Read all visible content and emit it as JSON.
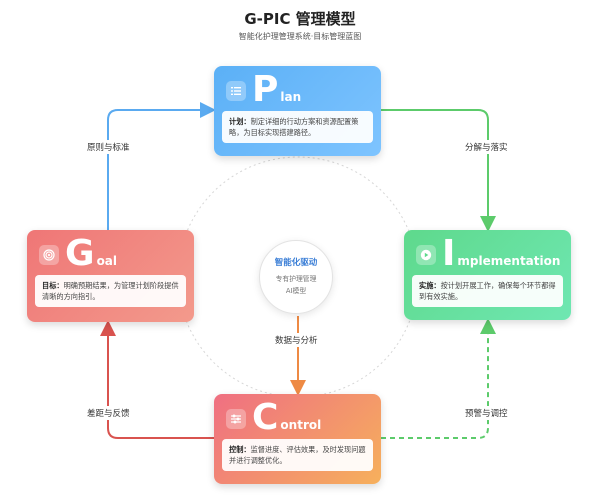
{
  "header": {
    "title": "G-PIC 管理模型",
    "subtitle": "智能化护理管理系统·目标管理蓝图"
  },
  "center": {
    "title": "智能化驱动",
    "line1": "专有护理管理",
    "line2": "AI模型"
  },
  "cards": {
    "plan": {
      "letter": "P",
      "rest": "lan",
      "icon": "list-icon",
      "term": "计划",
      "sep": "：",
      "text": "制定详细的行动方案和资源配置策略，为目标实现搭建路径。"
    },
    "goal": {
      "letter": "G",
      "rest": "oal",
      "icon": "target-icon",
      "term": "目标",
      "sep": "：",
      "text": "明确预期结果，为管理计划阶段提供清晰的方向指引。"
    },
    "implementation": {
      "letter": "I",
      "rest": "mplementation",
      "icon": "play-icon",
      "term": "实施",
      "sep": "：",
      "text": "按计划开展工作，确保每个环节都得到有效实施。"
    },
    "control": {
      "letter": "C",
      "rest": "ontrol",
      "icon": "sliders-icon",
      "term": "控制",
      "sep": "：",
      "text": "监督进度、评估效果，及时发现问题并进行调整优化。"
    }
  },
  "arrows": {
    "goal_to_plan": "原则与标准",
    "plan_to_impl": "分解与落实",
    "center_to_control": "数据与分析",
    "control_to_goal": "差距与反馈",
    "control_to_impl": "预警与调控"
  },
  "colors": {
    "blue": "#5aaaf0",
    "green": "#5ccb6b",
    "orange": "#ee8a44",
    "red": "#d9534f"
  }
}
